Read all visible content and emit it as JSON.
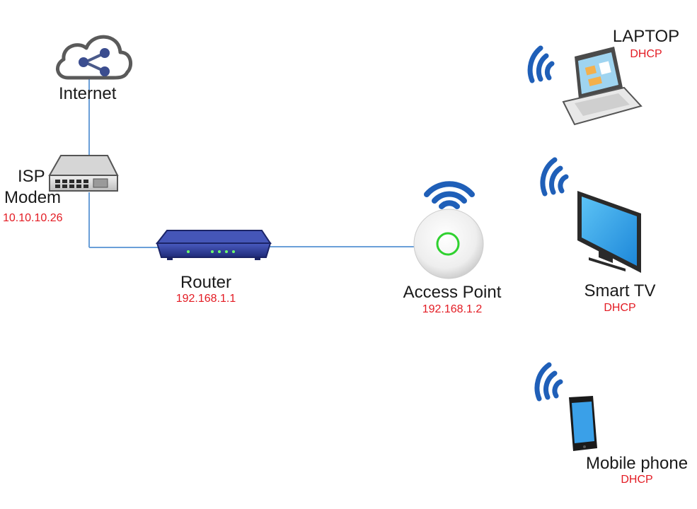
{
  "nodes": {
    "internet": {
      "name": "Internet"
    },
    "modem": {
      "name_line1": "ISP",
      "name_line2": "Modem",
      "ip": "10.10.10.26"
    },
    "router": {
      "name": "Router",
      "ip": "192.168.1.1"
    },
    "access_point": {
      "name": "Access Point",
      "ip": "192.168.1.2"
    },
    "laptop": {
      "name": "LAPTOP",
      "ip": "DHCP"
    },
    "smart_tv": {
      "name": "Smart TV",
      "ip": "DHCP"
    },
    "mobile_phone": {
      "name": "Mobile phone",
      "ip": "DHCP"
    }
  },
  "colors": {
    "link_line": "#6a9fd8",
    "wifi_arcs": "#1f5fb8",
    "address_text": "#e31b23",
    "label_text": "#1a1a1a",
    "router_body": "#2c3e99",
    "screen_blue": "#3aa0e8"
  },
  "icons": [
    "cloud-share-icon",
    "modem-icon",
    "router-icon",
    "access-point-icon",
    "laptop-icon",
    "tv-icon",
    "phone-icon",
    "wifi-icon"
  ]
}
